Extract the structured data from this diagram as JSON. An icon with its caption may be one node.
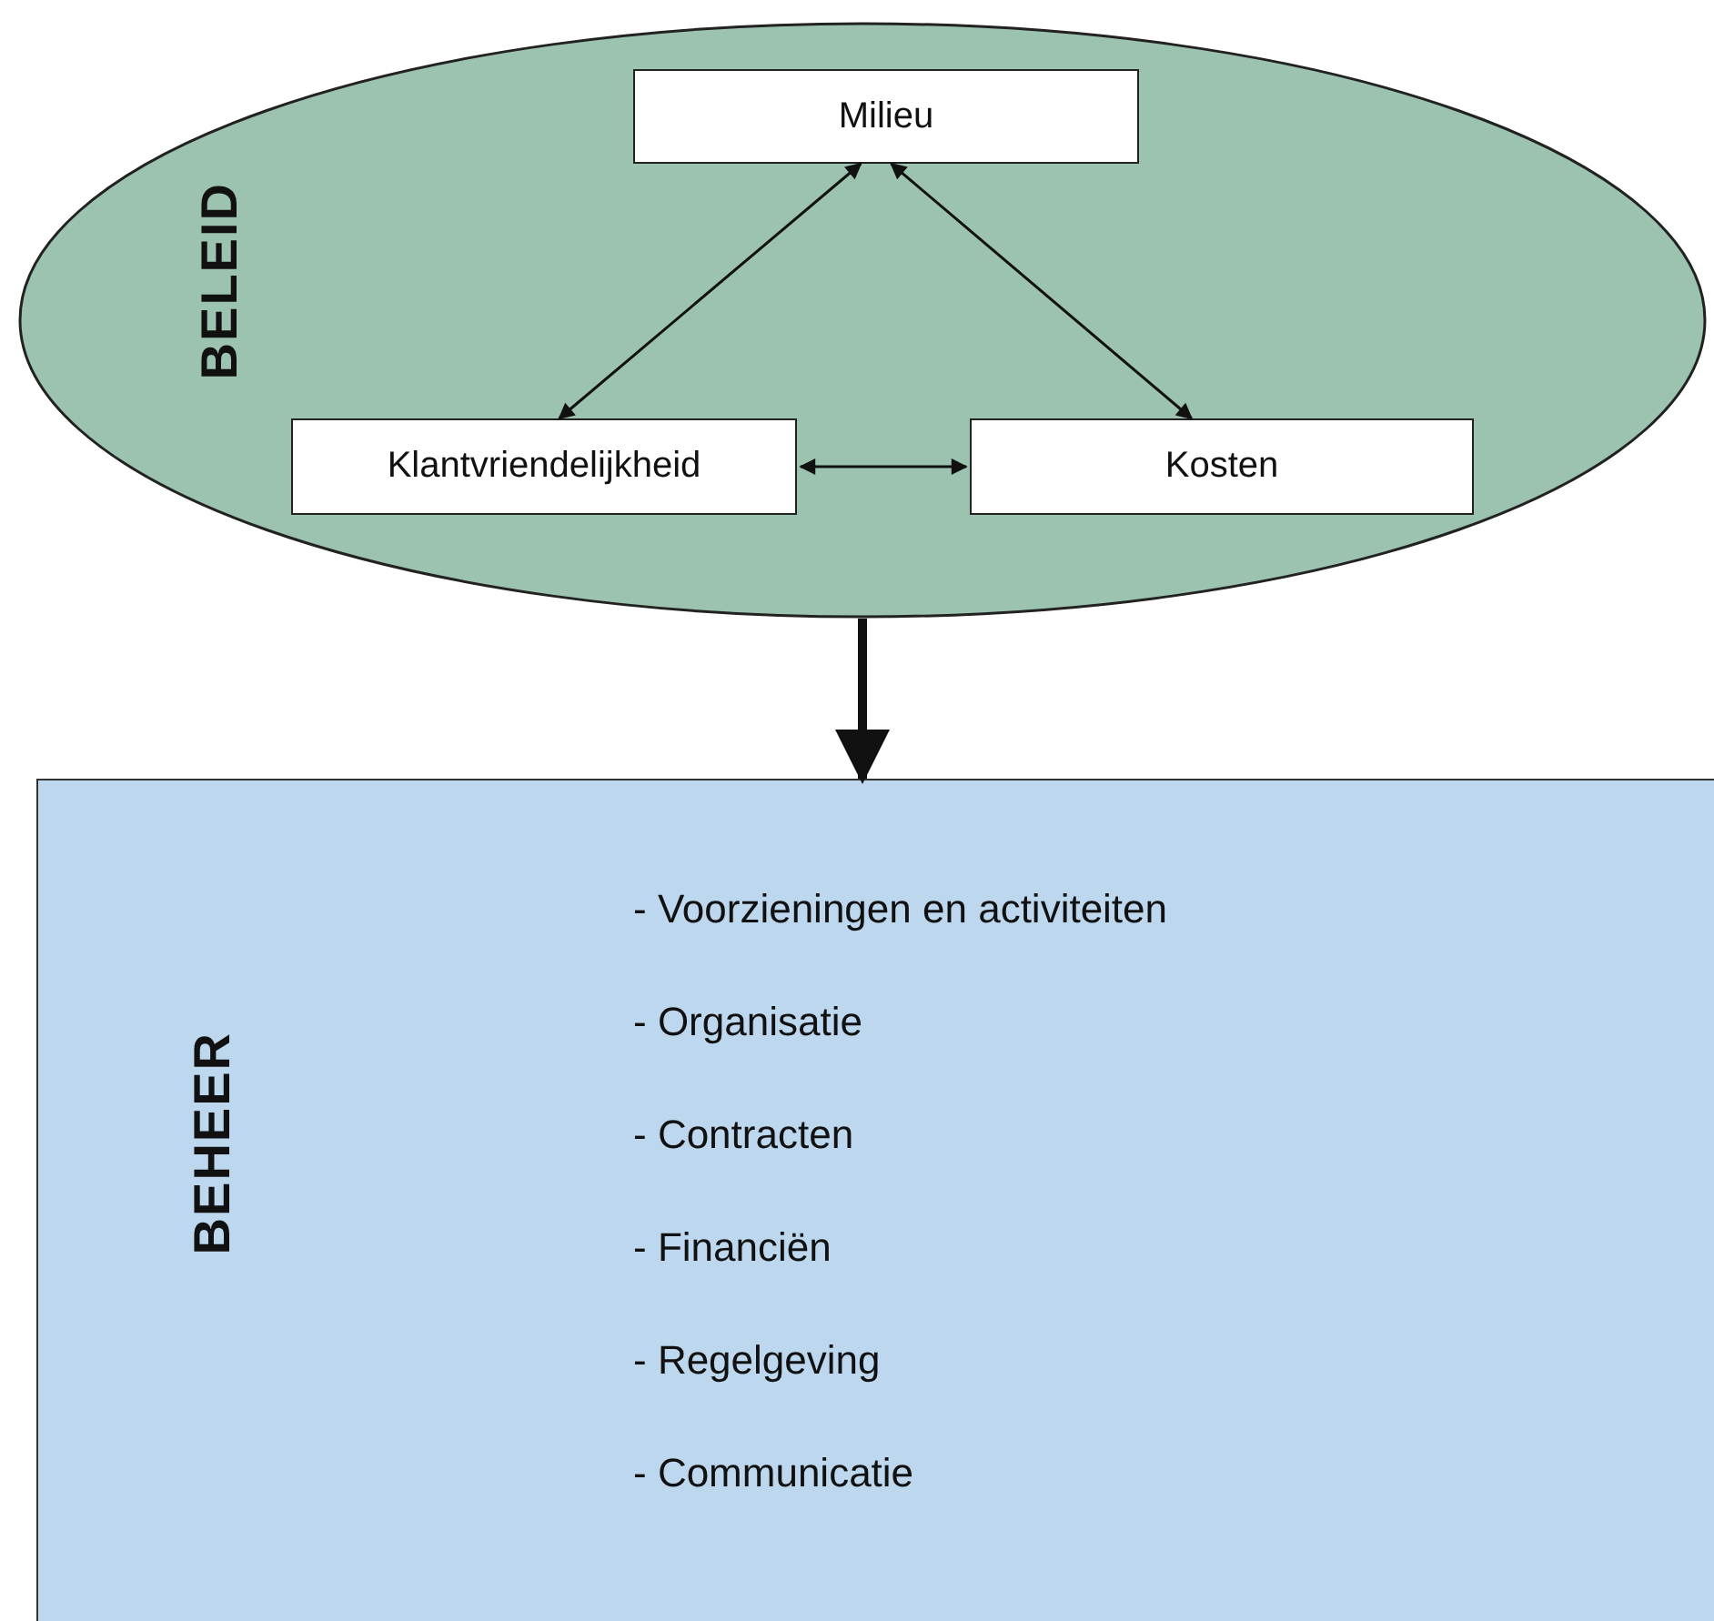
{
  "diagram": {
    "nodes": [
      {
        "text": [
          "BELEID"
        ]
      },
      {
        "text": [
          "Milieu"
        ],
        "in": 0
      },
      {
        "text": [
          "Klantvriendelijkheid"
        ],
        "in": 0
      },
      {
        "text": [
          "Kosten"
        ],
        "in": 0
      },
      {
        "text": [
          "BEHEER",
          "- Voorzieningen en activiteiten",
          "- Organisatie",
          "- Contracten",
          "- Financiën",
          "- Regelgeving",
          "- Communicatie"
        ]
      }
    ],
    "edges": [
      {
        "from": 1,
        "to": 2,
        "arrow": "both"
      },
      {
        "from": 1,
        "to": 3,
        "arrow": "both"
      },
      {
        "from": 2,
        "to": 3,
        "arrow": "both"
      },
      {
        "from": 0,
        "to": 4,
        "arrow": "to",
        "style": "thick"
      }
    ]
  }
}
